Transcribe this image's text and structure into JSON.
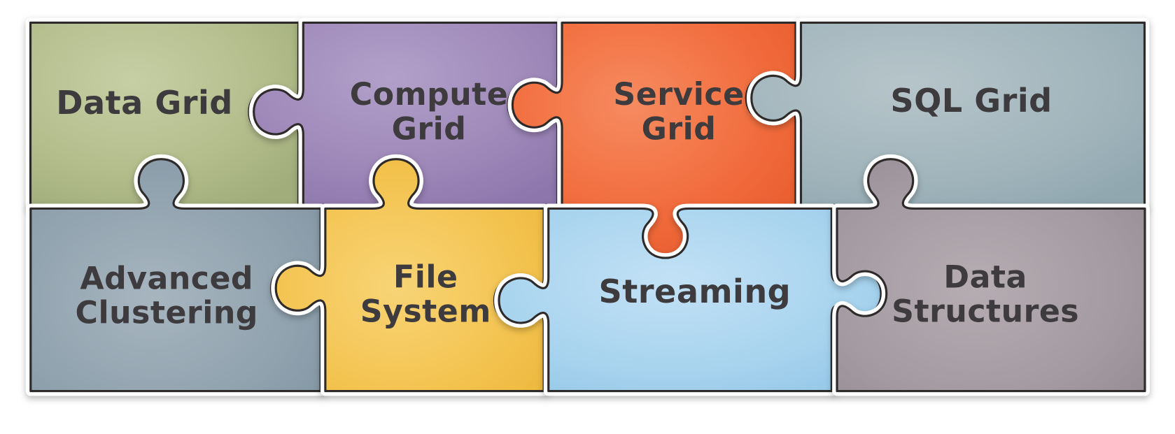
{
  "diagram": {
    "text_color": "#3e3a3c",
    "outline_color": "#2e2a29",
    "background_color": "#ffffff",
    "pieces": [
      {
        "id": "data-grid",
        "lines": [
          "Data Grid"
        ],
        "colors": {
          "light": "#c6cfa4",
          "base": "#b3bd8c",
          "dark": "#a2ad7c"
        }
      },
      {
        "id": "compute-grid",
        "lines": [
          "Compute",
          "Grid"
        ],
        "colors": {
          "light": "#b2a0c9",
          "base": "#9e88b9",
          "dark": "#8d76ac"
        }
      },
      {
        "id": "service-grid",
        "lines": [
          "Service",
          "Grid"
        ],
        "colors": {
          "light": "#f68b60",
          "base": "#f16a3b",
          "dark": "#e55a2c"
        }
      },
      {
        "id": "sql-grid",
        "lines": [
          "SQL Grid"
        ],
        "colors": {
          "light": "#b6c5ca",
          "base": "#a2b5bc",
          "dark": "#90a7b0"
        }
      },
      {
        "id": "advanced-clustering",
        "lines": [
          "Advanced",
          "Clustering"
        ],
        "colors": {
          "light": "#a7b5bf",
          "base": "#90a2ae",
          "dark": "#7f93a0"
        }
      },
      {
        "id": "file-system",
        "lines": [
          "File",
          "System"
        ],
        "colors": {
          "light": "#f8d476",
          "base": "#f3c24d",
          "dark": "#eab438"
        }
      },
      {
        "id": "streaming",
        "lines": [
          "Streaming"
        ],
        "colors": {
          "light": "#c2e1f5",
          "base": "#a7d3ee",
          "dark": "#90c5e6"
        }
      },
      {
        "id": "data-structures",
        "lines": [
          "Data",
          "Structures"
        ],
        "colors": {
          "light": "#b5adb2",
          "base": "#a29aa0",
          "dark": "#918990"
        }
      }
    ]
  }
}
